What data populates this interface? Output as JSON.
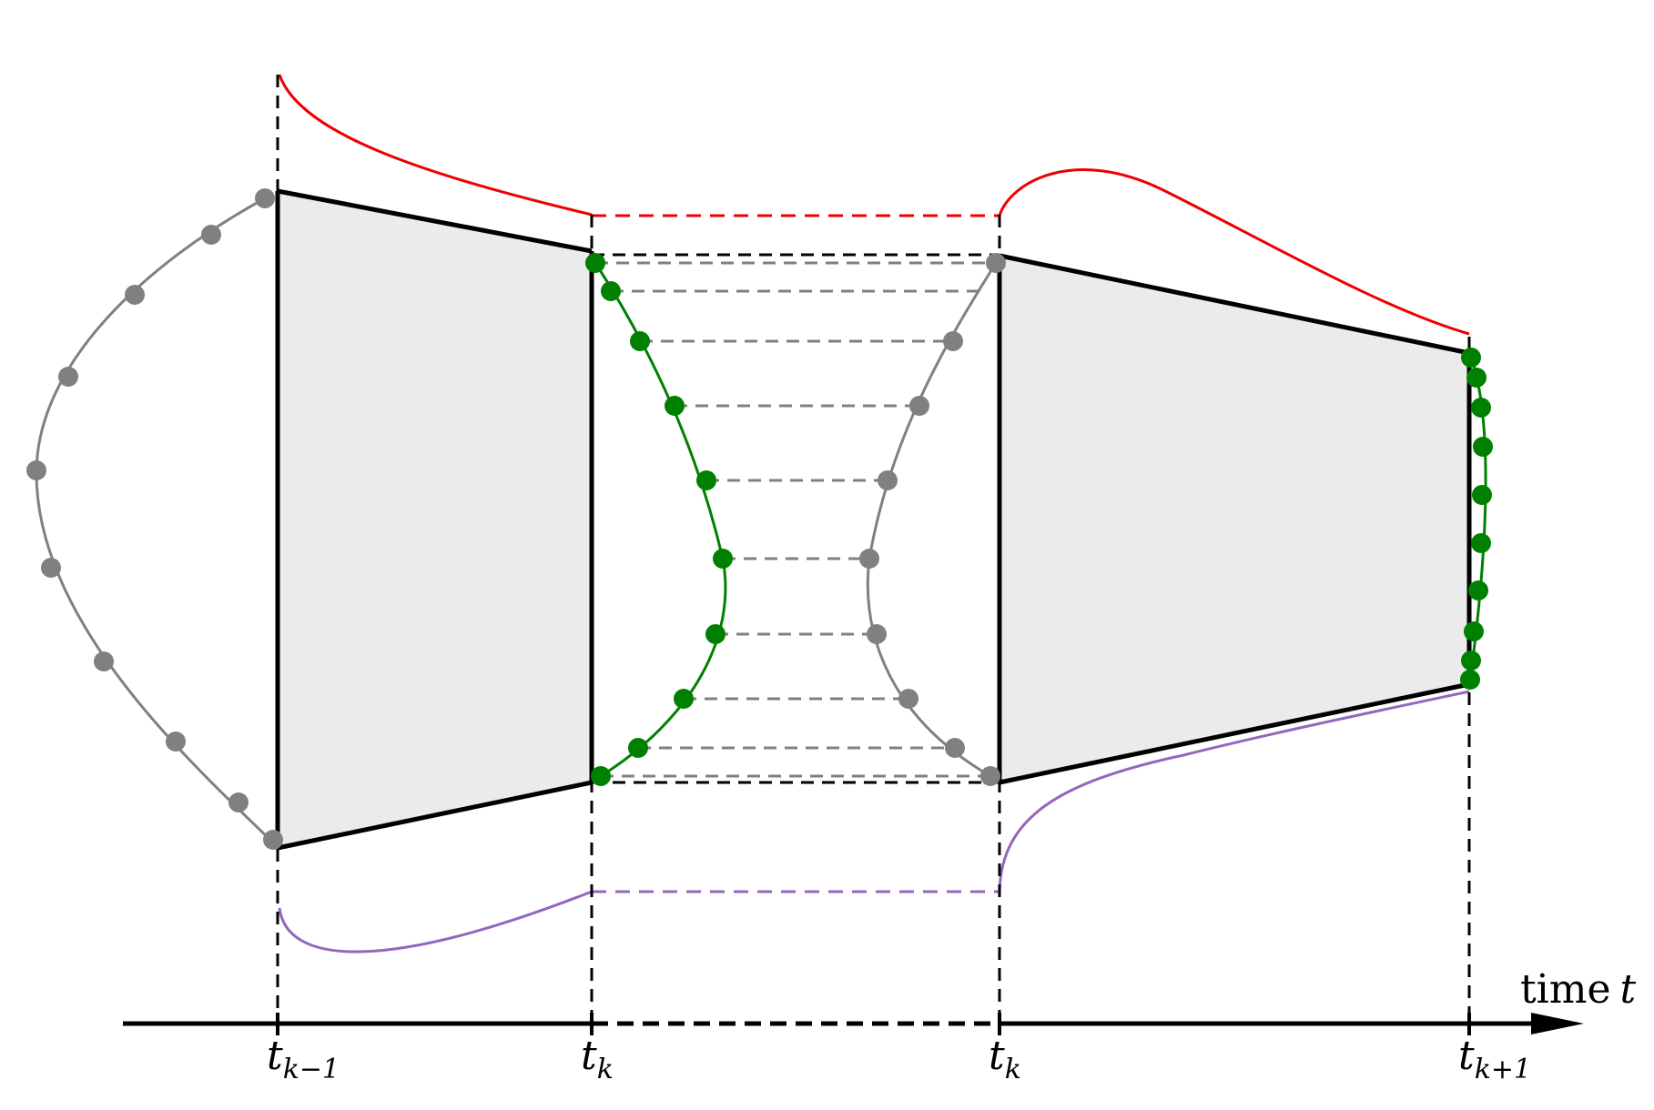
{
  "axis": {
    "label_prefix": "time",
    "label_var": "t"
  },
  "ticks": [
    {
      "base": "t",
      "sub": "k−1"
    },
    {
      "base": "t",
      "sub": "k"
    },
    {
      "base": "t",
      "sub": "k"
    },
    {
      "base": "t",
      "sub": "k+1"
    }
  ],
  "colors": {
    "upper_bound": "#ee0000",
    "lower_bound": "#9467bd",
    "collocation": "#008000",
    "grid_points": "#808080",
    "interval_fill": "#ebebeb",
    "outline": "#000000"
  }
}
